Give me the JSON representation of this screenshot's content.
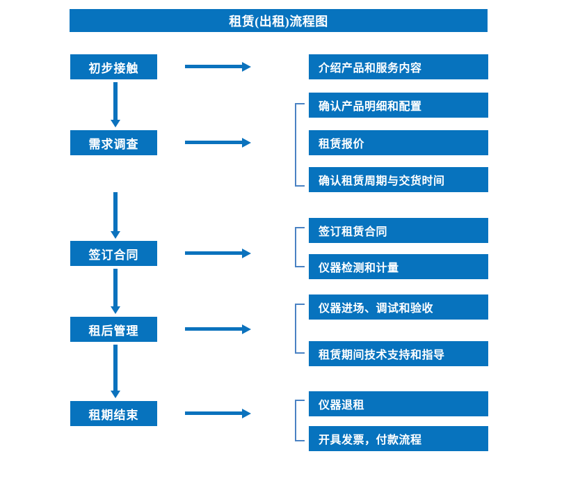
{
  "chart_data": {
    "type": "diagram",
    "title": "租赁(出租)流程图",
    "diagram_kind": "flowchart",
    "orientation": "vertical-stages-with-right-details",
    "accent_color": "#0773BE",
    "bracket_color": "#4A82C3",
    "arrow_color": "#0B72BD",
    "text_color": "#FFFFFF",
    "background_color": "#FFFFFF",
    "stages": [
      {
        "label": "初步接触",
        "details": [
          "介绍产品和服务内容"
        ]
      },
      {
        "label": "需求调查",
        "details": [
          "确认产品明细和配置",
          "租赁报价",
          "确认租赁周期与交货时间"
        ]
      },
      {
        "label": "签订合同",
        "details": [
          "签订租赁合同",
          "仪器检测和计量"
        ]
      },
      {
        "label": "租后管理",
        "details": [
          "仪器进场、调试和验收",
          "租赁期间技术支持和指导"
        ]
      },
      {
        "label": "租期结束",
        "details": [
          "仪器退租",
          "开具发票，付款流程"
        ]
      }
    ]
  },
  "header": {
    "title": "租赁(出租)流程图"
  },
  "stages": [
    {
      "label": "初步接触"
    },
    {
      "label": "需求调查"
    },
    {
      "label": "签订合同"
    },
    {
      "label": "租后管理"
    },
    {
      "label": "租期结束"
    }
  ],
  "details": [
    {
      "label": "介绍产品和服务内容"
    },
    {
      "label": "确认产品明细和配置"
    },
    {
      "label": "租赁报价"
    },
    {
      "label": "确认租赁周期与交货时间"
    },
    {
      "label": "签订租赁合同"
    },
    {
      "label": "仪器检测和计量"
    },
    {
      "label": "仪器进场、调试和验收"
    },
    {
      "label": "租赁期间技术支持和指导"
    },
    {
      "label": "仪器退租"
    },
    {
      "label": "开具发票，付款流程"
    }
  ]
}
